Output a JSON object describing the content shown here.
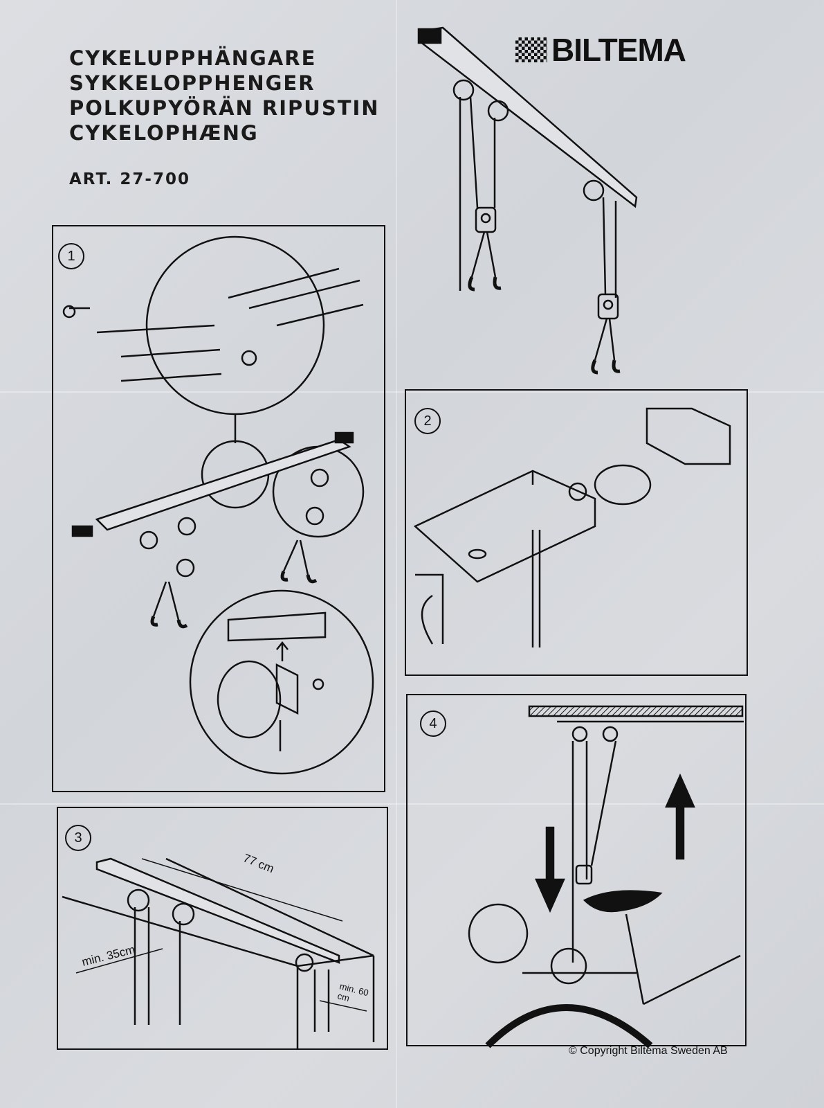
{
  "titles": [
    "CYKELUPPHÄNGARE",
    "SYKKELOPPHENGER",
    "POLKUPYÖRÄN RIPUSTIN",
    "CYKELOPHÆNG"
  ],
  "article": "ART. 27-700",
  "brand": "BILTEMA",
  "steps": {
    "one": "1",
    "two": "2",
    "three": "3",
    "four": "4"
  },
  "dimensions": {
    "length": "77 cm",
    "min_side": "min. 35cm",
    "min_end_1": "min. 60",
    "min_end_2": "cm"
  },
  "copyright": "© Copyright Biltema Sweden AB"
}
